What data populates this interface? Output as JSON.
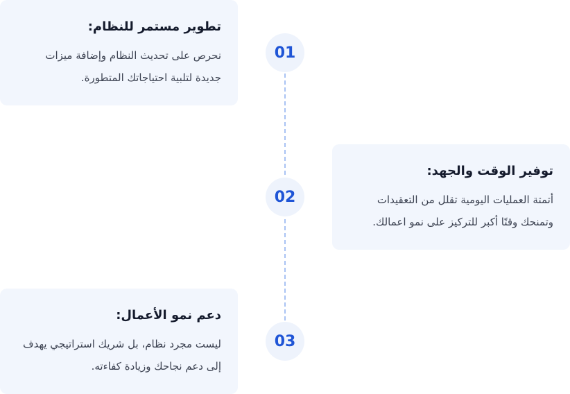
{
  "steps": [
    {
      "number": "01",
      "title": "تطوير مستمر للنظام:",
      "body": "نحرص على تحديث النظام وإضافة ميزات جديدة لتلبية احتياجاتك المتطورة."
    },
    {
      "number": "02",
      "title": "توفير الوقت والجهد:",
      "body": "أتمتة العمليات اليومية تقلل من التعقيدات وتمنحك وقتًا أكبر للتركيز على نمو اعمالك."
    },
    {
      "number": "03",
      "title": "دعم نمو الأعمال:",
      "body": "ليست مجرد نظام، بل شريك استراتيجي يهدف إلى دعم نجاحك وزيادة كفاءته."
    }
  ],
  "colors": {
    "accent": "#1f55d6",
    "card_background": "#f2f6fd",
    "circle_background": "#eef3fc",
    "timeline": "#a9c3f3"
  }
}
